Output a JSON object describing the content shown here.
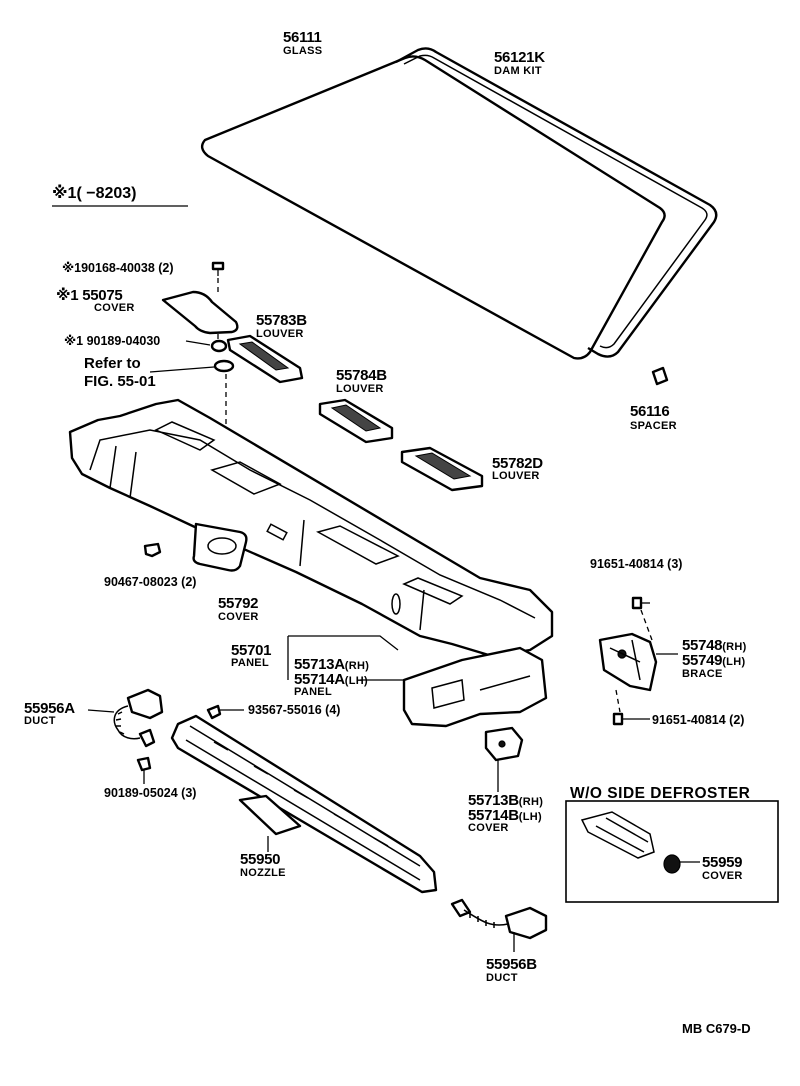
{
  "figure_code": "MB  C679-D",
  "note_period": "※1(      −8203)",
  "refer_to": {
    "line1": "Refer to",
    "line2": "FIG. 55-01"
  },
  "box_title": "W/O SIDE DEFROSTER",
  "parts": {
    "glass": {
      "number": "56111",
      "name": "GLASS"
    },
    "dam_kit": {
      "number": "56121K",
      "name": "DAM KIT"
    },
    "screw_190168": {
      "label": "※190168-40038 (2)"
    },
    "cover_55075": {
      "number": "※1 55075",
      "name": "COVER"
    },
    "nut_90189_04030": {
      "label": "※1 90189-04030"
    },
    "louver_55783b": {
      "number": "55783B",
      "name": "LOUVER"
    },
    "louver_55784b": {
      "number": "55784B",
      "name": "LOUVER"
    },
    "louver_55782d": {
      "number": "55782D",
      "name": "LOUVER"
    },
    "spacer_56116": {
      "number": "56116",
      "name": "SPACER"
    },
    "clip_90467": {
      "label": "90467-08023 (2)"
    },
    "cover_55792": {
      "number": "55792",
      "name": "COVER"
    },
    "panel_55701": {
      "number": "55701",
      "name": "PANEL"
    },
    "panel_55713a": {
      "number_rh": "55713A",
      "suffix_rh": "(RH)",
      "number_lh": "55714A",
      "suffix_lh": "(LH)",
      "name": "PANEL"
    },
    "bolt_91651_top": {
      "label": "91651-40814 (3)"
    },
    "brace_55748": {
      "number_rh": "55748",
      "suffix_rh": "(RH)",
      "number_lh": "55749",
      "suffix_lh": "(LH)",
      "name": "BRACE"
    },
    "bolt_91651_bottom": {
      "label": "91651-40814 (2)"
    },
    "duct_55956a": {
      "number": "55956A",
      "name": "DUCT"
    },
    "screw_93567": {
      "label": "93567-55016 (4)"
    },
    "clip_90189_05024": {
      "label": "90189-05024 (3)"
    },
    "cover_55713b": {
      "number_rh": "55713B",
      "suffix_rh": "(RH)",
      "number_lh": "55714B",
      "suffix_lh": "(LH)",
      "name": "COVER"
    },
    "nozzle_55950": {
      "number": "55950",
      "name": "NOZZLE"
    },
    "cover_55959": {
      "number": "55959",
      "name": "COVER"
    },
    "duct_55956b": {
      "number": "55956B",
      "name": "DUCT"
    }
  }
}
